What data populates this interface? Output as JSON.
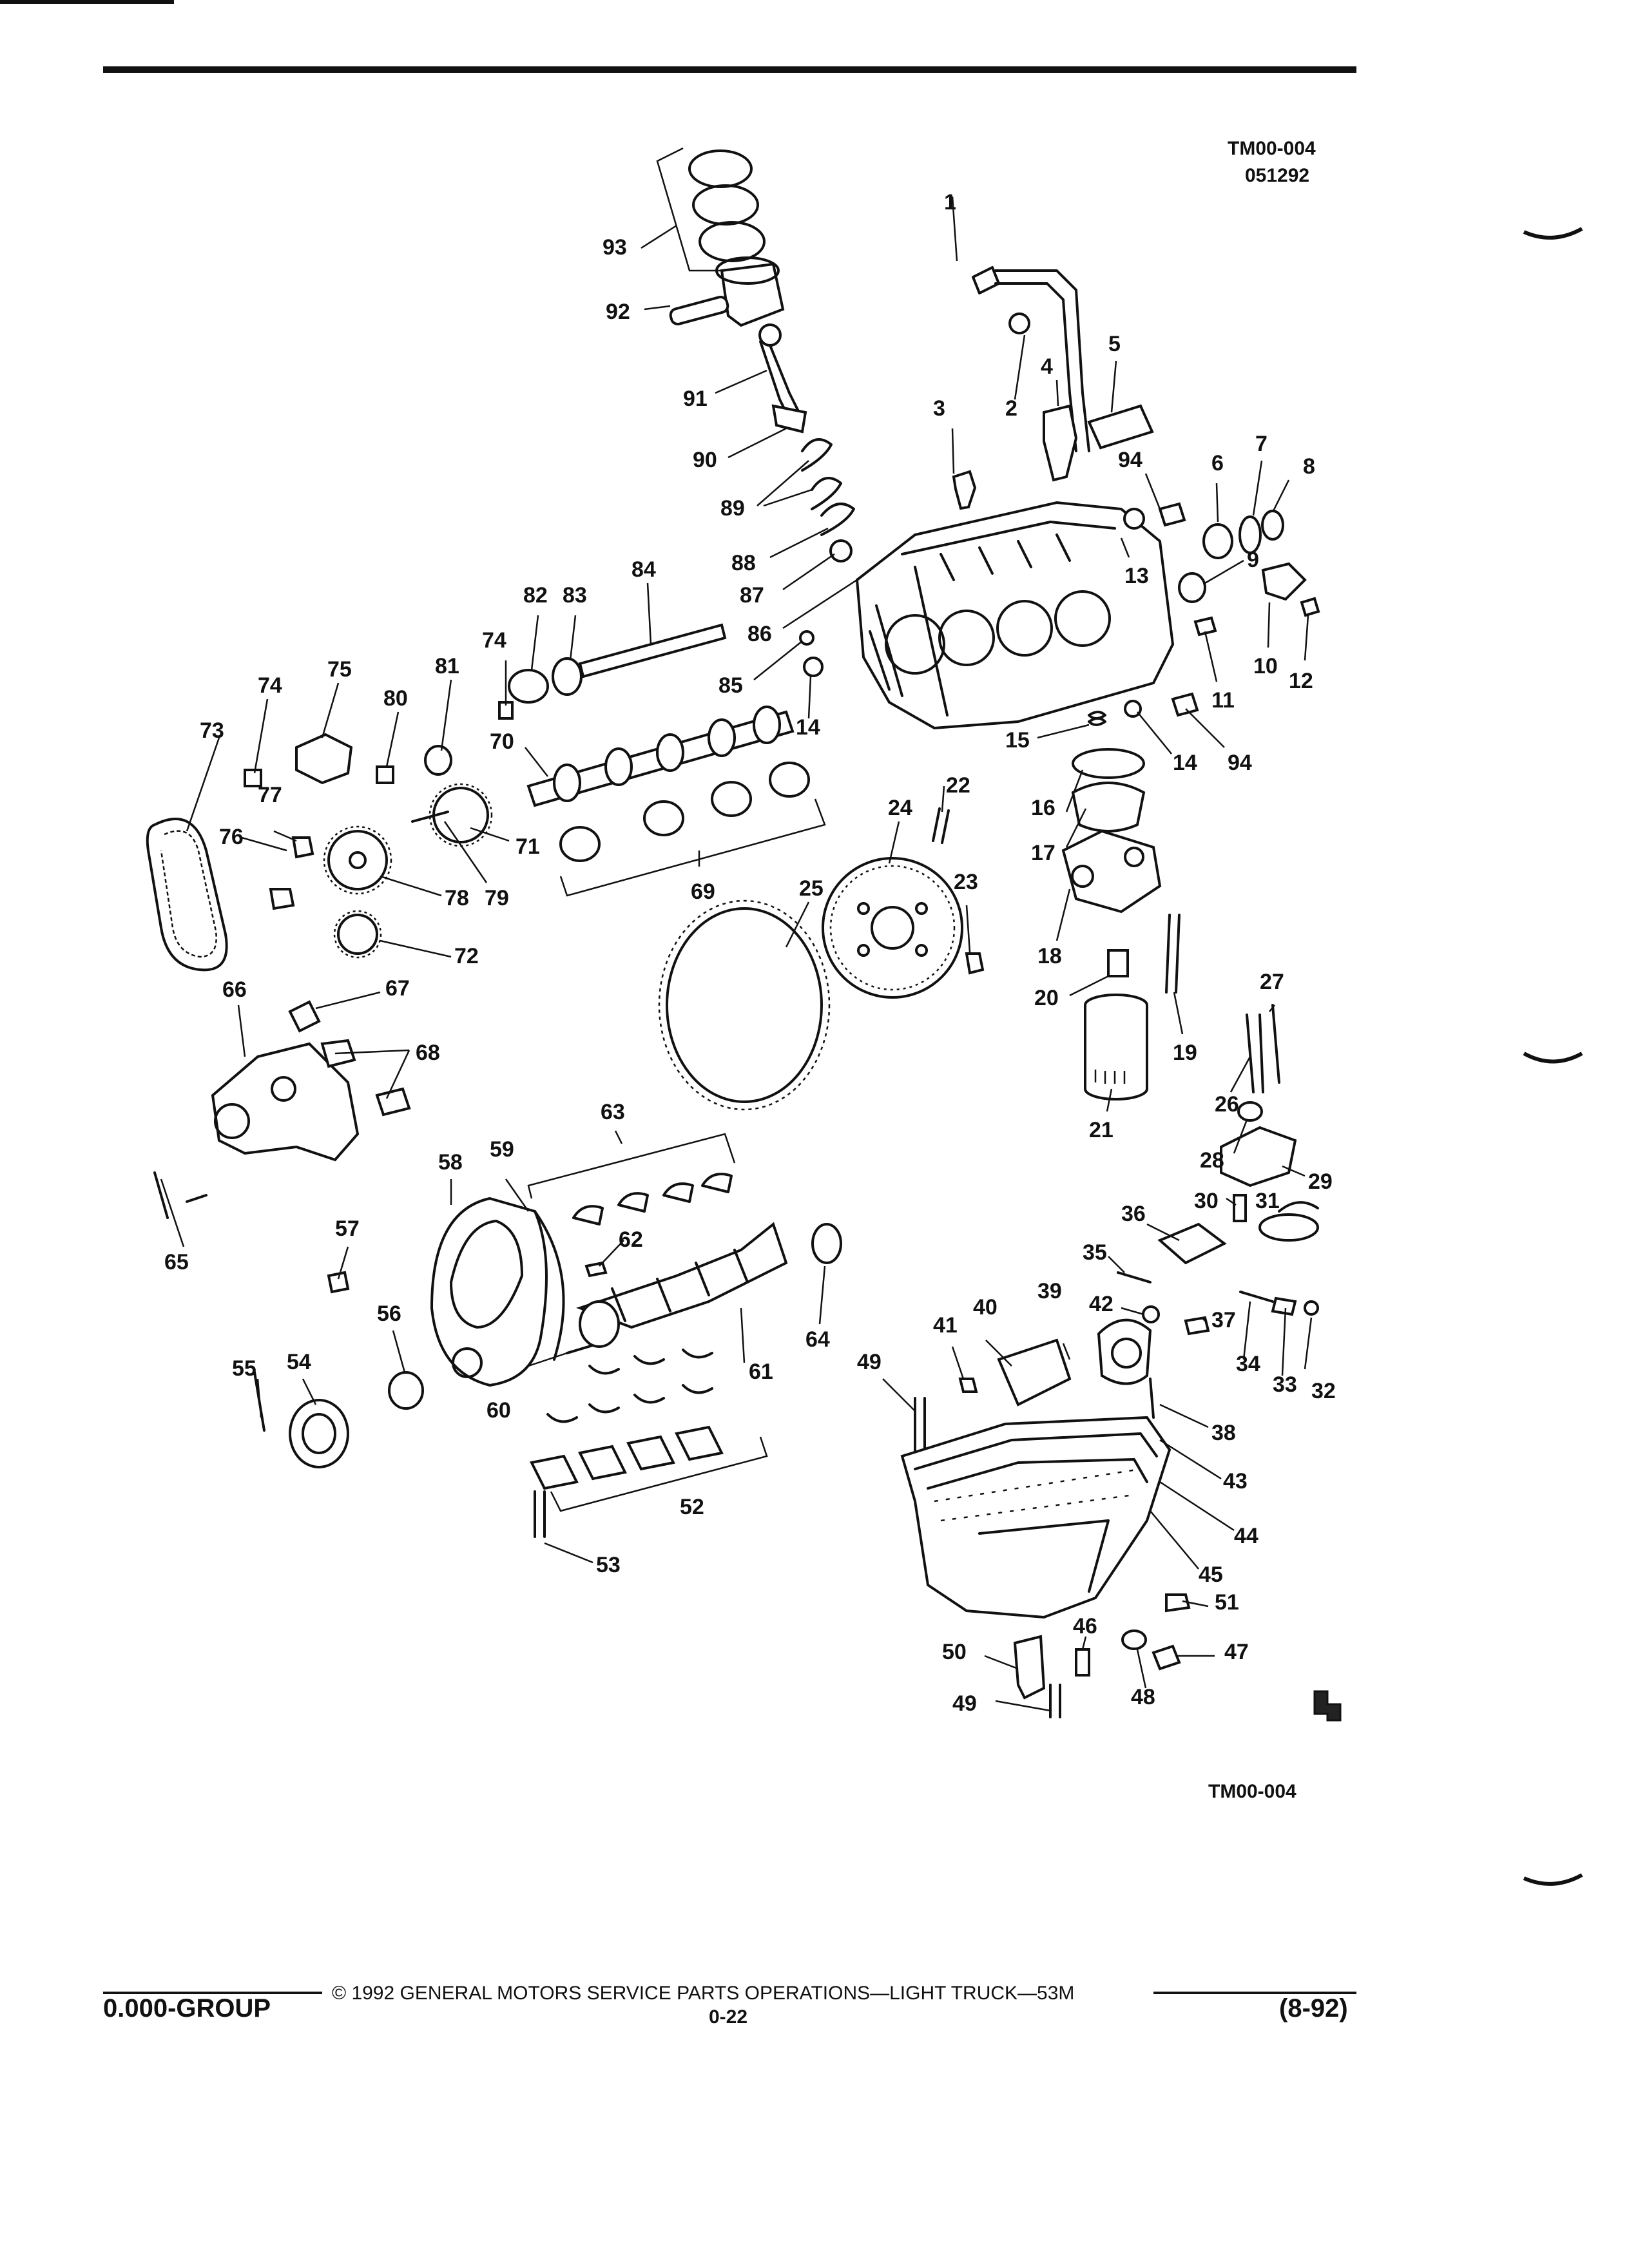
{
  "header": {
    "figure_code": "TM00-004",
    "figure_date": "051292"
  },
  "diagram": {
    "callouts": [
      "1",
      "2",
      "3",
      "4",
      "5",
      "6",
      "7",
      "8",
      "9",
      "10",
      "11",
      "12",
      "13",
      "14",
      "14",
      "15",
      "16",
      "17",
      "18",
      "19",
      "20",
      "21",
      "22",
      "23",
      "24",
      "25",
      "26",
      "27",
      "28",
      "29",
      "30",
      "31",
      "32",
      "33",
      "34",
      "35",
      "36",
      "37",
      "38",
      "39",
      "40",
      "41",
      "42",
      "43",
      "44",
      "45",
      "46",
      "47",
      "48",
      "49",
      "49",
      "50",
      "51",
      "52",
      "53",
      "54",
      "55",
      "56",
      "57",
      "58",
      "59",
      "60",
      "61",
      "62",
      "63",
      "64",
      "65",
      "66",
      "67",
      "68",
      "69",
      "70",
      "71",
      "72",
      "73",
      "74",
      "74",
      "75",
      "76",
      "77",
      "78",
      "79",
      "80",
      "81",
      "82",
      "83",
      "84",
      "85",
      "86",
      "87",
      "88",
      "89",
      "90",
      "91",
      "92",
      "93",
      "94",
      "94"
    ],
    "figure_label": "TM00-004"
  },
  "footer": {
    "group": "0.000-GROUP",
    "copyright": "© 1992 GENERAL MOTORS SERVICE PARTS OPERATIONS—LIGHT TRUCK—53M",
    "page_number": "0-22",
    "date_code": "(8-92)"
  }
}
